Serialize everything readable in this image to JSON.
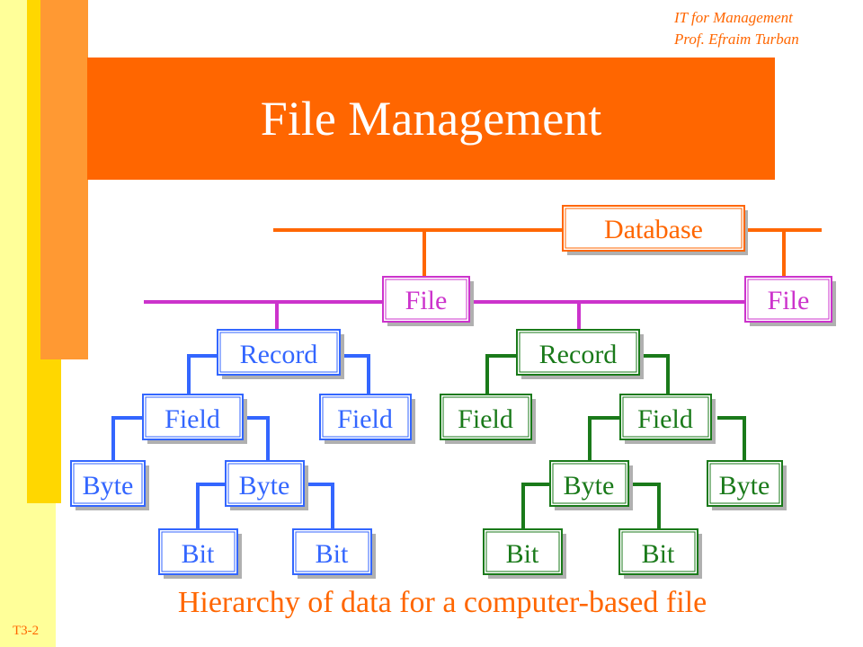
{
  "header": {
    "course": "IT for Management",
    "author": "Prof. Efraim Turban"
  },
  "title": "File Management",
  "caption": "Hierarchy of data for a computer-based file",
  "slide_number": "T3-2",
  "colors": {
    "orange": "#FF6600",
    "magenta": "#CC33CC",
    "blue": "#3366FF",
    "green": "#1A7A1A",
    "yellow": "#FFD700",
    "cream": "#FFFF99"
  },
  "diagram": {
    "database": "Database",
    "file_left": "File",
    "file_right": "File",
    "record_left": "Record",
    "record_right": "Record",
    "field_1": "Field",
    "field_2": "Field",
    "field_3": "Field",
    "field_4": "Field",
    "byte_1": "Byte",
    "byte_2": "Byte",
    "byte_3": "Byte",
    "byte_4": "Byte",
    "bit_1": "Bit",
    "bit_2": "Bit",
    "bit_3": "Bit",
    "bit_4": "Bit"
  }
}
